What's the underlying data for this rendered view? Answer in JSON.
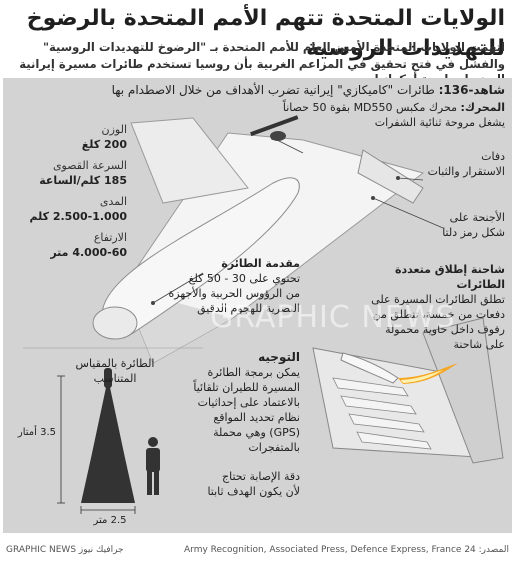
{
  "header": {
    "title": "الولايات المتحدة تتهم الأمم المتحدة بالرضوخ للتهديدات الروسية",
    "subtitle_line1": "اتهمت الولايات المتحدة الأمين العام للأمم المتحدة بـ \"الرضوخ للتهديدات الروسية\"",
    "subtitle_line2": "والفشل في فتح تحقيق في المزاعم الغربية بأن روسيا تستخدم طائرات مسيرة إيرانية الصنع لمهاجمة أوكرانيا"
  },
  "drone": {
    "name": "شاهد-136:",
    "description": "طائرات \"كاميكازي\" إيرانية تضرب الأهداف من خلال الاصطدام بها",
    "engine_label": "المحرك:",
    "engine_text1": "محرك مكبس MD550 بقوة 50 حصاناً",
    "engine_text2": "يشغل مروحة ثنائية الشفرات",
    "stabilizers1": "دفات",
    "stabilizers2": "الاستقرار والثبات",
    "wings1": "الأجنحة على",
    "wings2": "شكل رمز دلتا",
    "warhead_title": "مقدمة الطائرة",
    "warhead_l1": "تحتوي على 30 - 50 كلغ",
    "warhead_l2": "من الرؤوس الحربية والأجهزة",
    "warhead_l3": "البصرية للهجوم الدقيق"
  },
  "specs": {
    "weight_label": "الوزن",
    "weight_value": "200 كلغ",
    "speed_label": "السرعة القصوى",
    "speed_value": "185 كلم/الساعة",
    "range_label": "المدى",
    "range_value": "2.500-1.000 كلم",
    "altitude_label": "الارتفاع",
    "altitude_value": "4.000-60 متر"
  },
  "launcher": {
    "title": "شاحنة إطلاق متعددة الطائرات",
    "l1": "تطلق الطائرات المسيرة على",
    "l2": "دفعات من خمسة، تنطلق من",
    "l3": "رفوف داخل حاوية محمولة",
    "l4": "على شاحنة"
  },
  "guidance": {
    "title": "التوجيه",
    "l1": "يمكن برمجة الطائرة",
    "l2": "المسيرة للطيران تلقائياً",
    "l3": "بالاعتماد على إحداثيات",
    "l4": "نظام تحديد المواقع",
    "l5": "(GPS) وهي محملة",
    "l6": "بالمتفجرات",
    "accuracy1": "دقة الإصابة تحتاج",
    "accuracy2": "لأن يكون الهدف ثابتا"
  },
  "scale": {
    "title": "الطائرة بالمقياس المتناسب",
    "height": "3.5 أمتار",
    "width": "2.5 متر"
  },
  "footer": {
    "source": "المصدر: Army Recognition, Associated Press, Defence Express, France 24",
    "brand": "GRAPHIC NEWS جرافيك نيوز"
  },
  "watermark": "GRAPHIC NEWS",
  "colors": {
    "panel": "#d3d3d4",
    "drone_body": "#f2f2f2",
    "dark": "#222222",
    "flame": "#f5a623"
  }
}
